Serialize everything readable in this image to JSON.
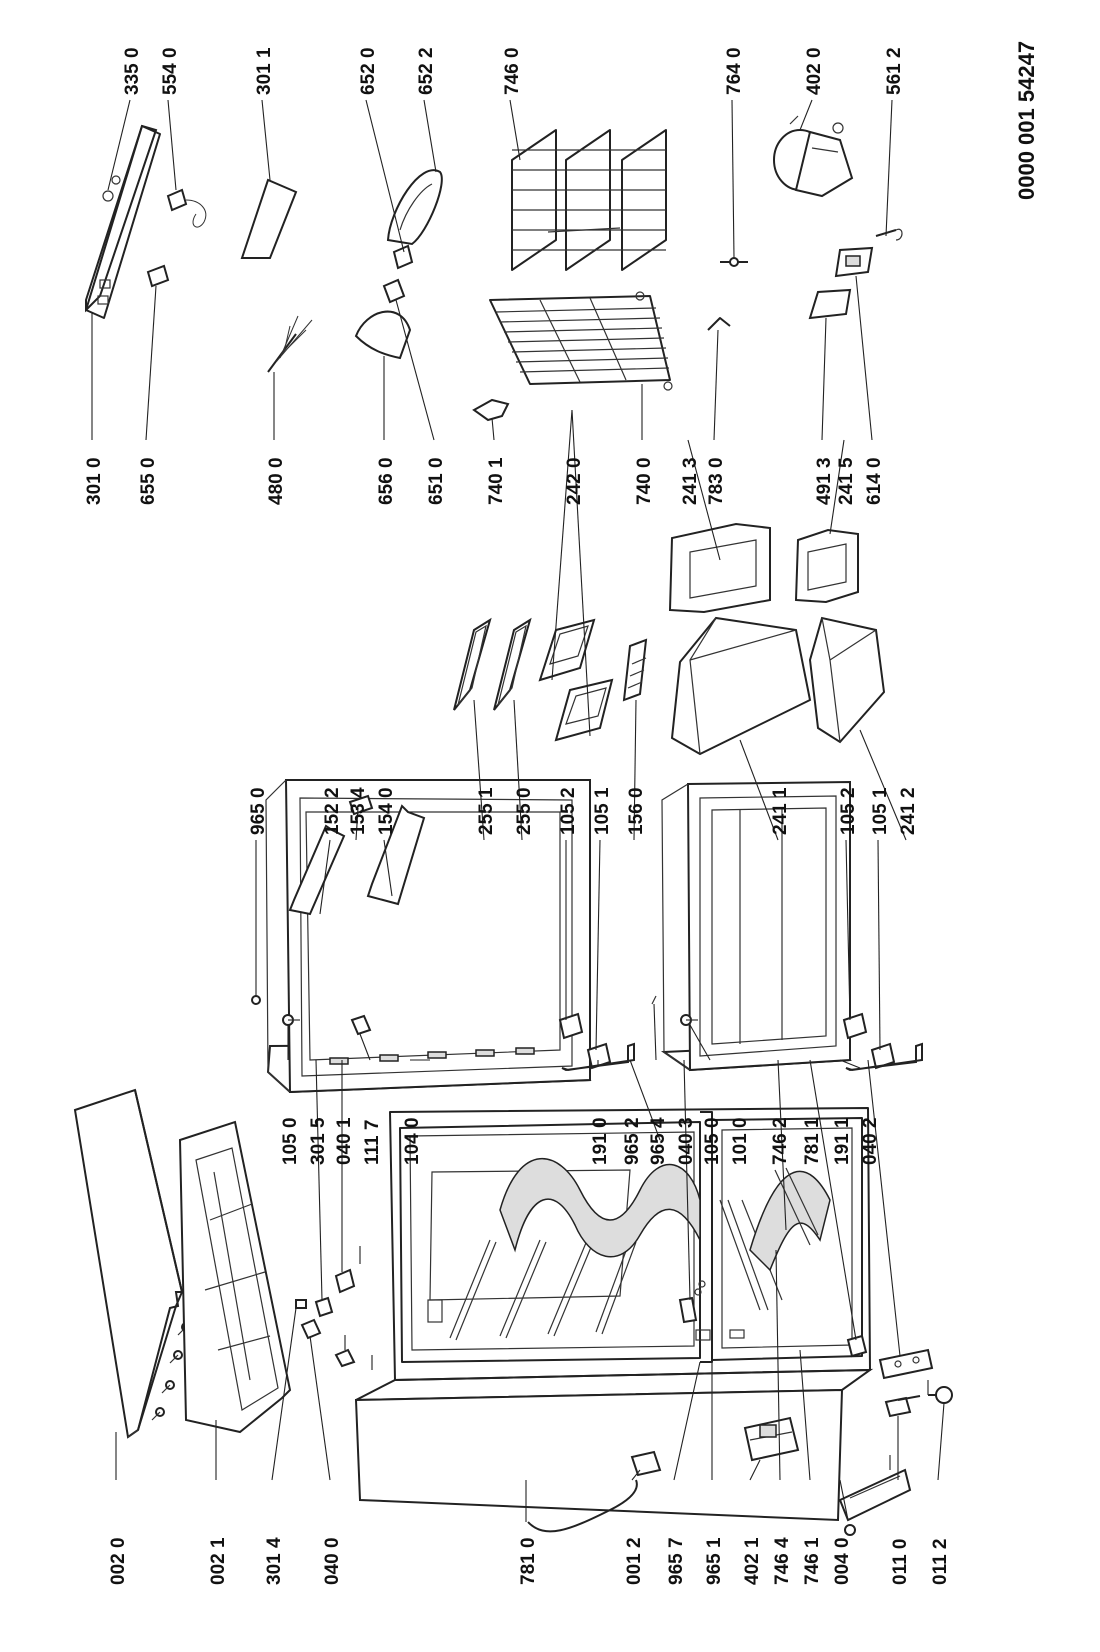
{
  "document_number": "0000 001 54247",
  "labels": [
    {
      "id": "p0020",
      "text": "002 0"
    },
    {
      "id": "p0021",
      "text": "002 1"
    },
    {
      "id": "p3014",
      "text": "301 4"
    },
    {
      "id": "p0400",
      "text": "040 0"
    },
    {
      "id": "p7810",
      "text": "781 0"
    },
    {
      "id": "p0012",
      "text": "001 2"
    },
    {
      "id": "p9657",
      "text": "965 7"
    },
    {
      "id": "p9651",
      "text": "965 1"
    },
    {
      "id": "p4021",
      "text": "402 1"
    },
    {
      "id": "p7464",
      "text": "746 4"
    },
    {
      "id": "p7461",
      "text": "746 1"
    },
    {
      "id": "p0040",
      "text": "004 0"
    },
    {
      "id": "p0110",
      "text": "011 0"
    },
    {
      "id": "p0112",
      "text": "011 2"
    },
    {
      "id": "p1050a",
      "text": "105 0"
    },
    {
      "id": "p3015",
      "text": "301 5"
    },
    {
      "id": "p0401",
      "text": "040 1"
    },
    {
      "id": "p1117",
      "text": "111 7"
    },
    {
      "id": "p1040",
      "text": "104 0"
    },
    {
      "id": "p1910",
      "text": "191 0"
    },
    {
      "id": "p9652",
      "text": "965 2"
    },
    {
      "id": "p9654",
      "text": "965 4"
    },
    {
      "id": "p0403",
      "text": "040 3"
    },
    {
      "id": "p1050b",
      "text": "105 0"
    },
    {
      "id": "p1010",
      "text": "101 0"
    },
    {
      "id": "p7462",
      "text": "746 2"
    },
    {
      "id": "p7811",
      "text": "781 1"
    },
    {
      "id": "p1911",
      "text": "191 1"
    },
    {
      "id": "p0402",
      "text": "040 2"
    },
    {
      "id": "p9650",
      "text": "965 0"
    },
    {
      "id": "p1522",
      "text": "152 2"
    },
    {
      "id": "p1534",
      "text": "153 4"
    },
    {
      "id": "p1540",
      "text": "154 0"
    },
    {
      "id": "p2551",
      "text": "255 1"
    },
    {
      "id": "p2550",
      "text": "255 0"
    },
    {
      "id": "p1052a",
      "text": "105 2"
    },
    {
      "id": "p1051a",
      "text": "105 1"
    },
    {
      "id": "p1560",
      "text": "156 0"
    },
    {
      "id": "p2411",
      "text": "241 1"
    },
    {
      "id": "p1052b",
      "text": "105 2"
    },
    {
      "id": "p1051b",
      "text": "105 1"
    },
    {
      "id": "p2412",
      "text": "241 2"
    },
    {
      "id": "p3010",
      "text": "301 0"
    },
    {
      "id": "p6550",
      "text": "655 0"
    },
    {
      "id": "p4800",
      "text": "480 0"
    },
    {
      "id": "p6560",
      "text": "656 0"
    },
    {
      "id": "p6510",
      "text": "651 0"
    },
    {
      "id": "p7401",
      "text": "740 1"
    },
    {
      "id": "p2420",
      "text": "242 0"
    },
    {
      "id": "p7400",
      "text": "740 0"
    },
    {
      "id": "p2413",
      "text": "241 3"
    },
    {
      "id": "p7830",
      "text": "783 0"
    },
    {
      "id": "p4913",
      "text": "491 3"
    },
    {
      "id": "p2415",
      "text": "241 5"
    },
    {
      "id": "p6140",
      "text": "614 0"
    },
    {
      "id": "p3350",
      "text": "335 0"
    },
    {
      "id": "p5540",
      "text": "554 0"
    },
    {
      "id": "p3011",
      "text": "301 1"
    },
    {
      "id": "p6520",
      "text": "652 0"
    },
    {
      "id": "p6522",
      "text": "652 2"
    },
    {
      "id": "p7460",
      "text": "746 0"
    },
    {
      "id": "p7640",
      "text": "764 0"
    },
    {
      "id": "p4020",
      "text": "402 0"
    },
    {
      "id": "p5612",
      "text": "561 2"
    }
  ]
}
